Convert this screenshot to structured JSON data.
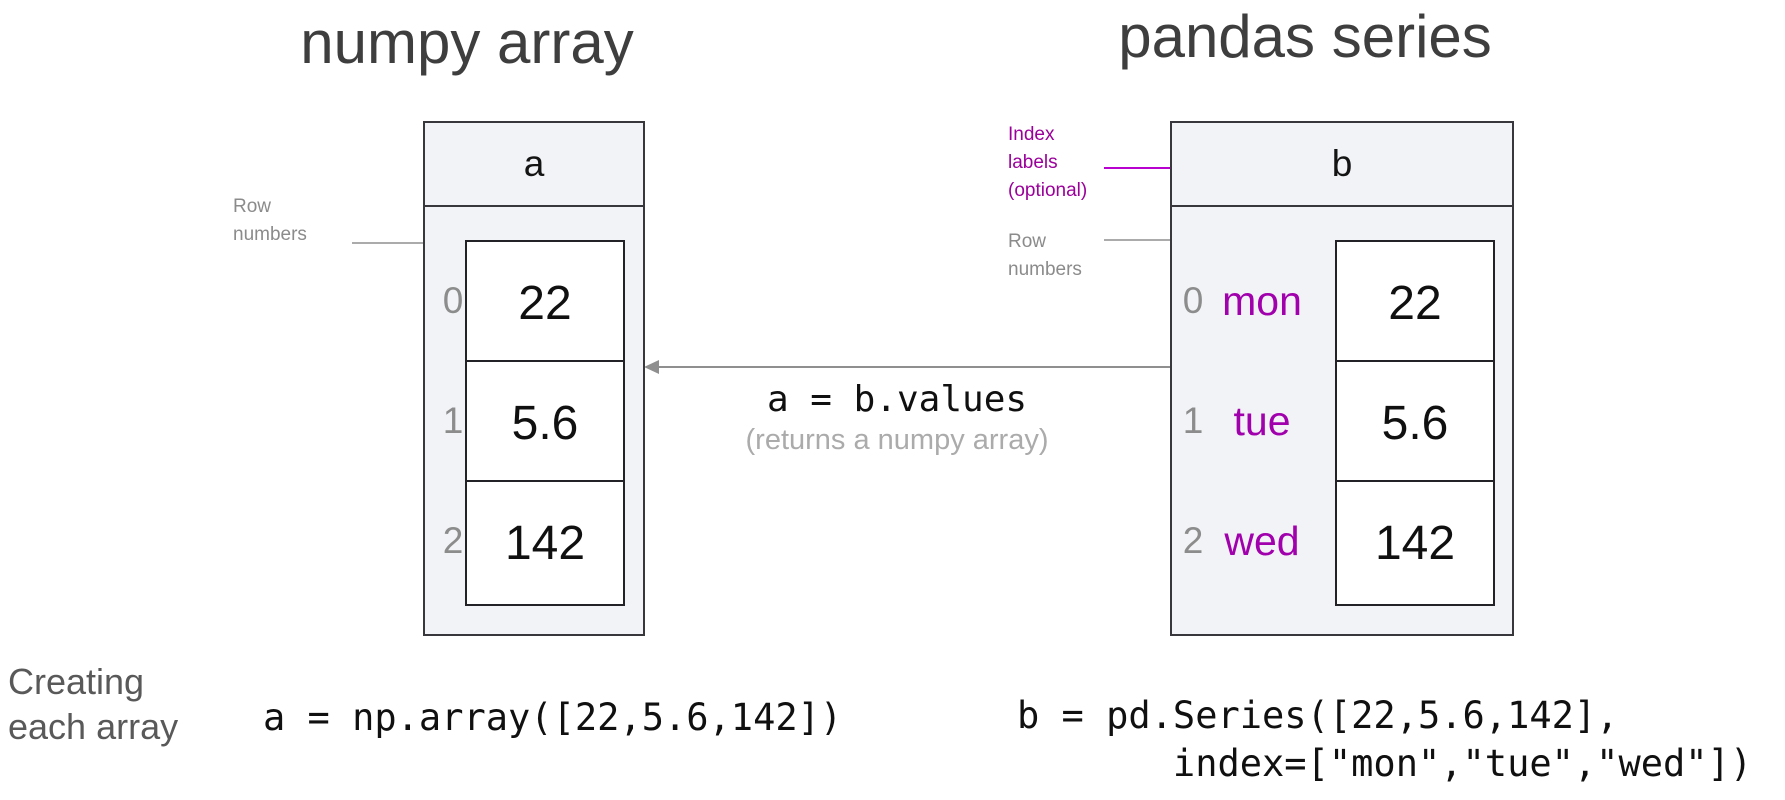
{
  "titles": {
    "left": "numpy array",
    "right": "pandas series"
  },
  "left_panel": {
    "box_label": "a",
    "note_row_numbers": "Row numbers",
    "rows": [
      {
        "number": "0",
        "value": "22"
      },
      {
        "number": "1",
        "value": "5.6"
      },
      {
        "number": "2",
        "value": "142"
      }
    ],
    "code": "a = np.array([22,5.6,142])"
  },
  "right_panel": {
    "box_label": "b",
    "note_index_labels": "Index labels (optional)",
    "note_row_numbers": "Row numbers",
    "rows": [
      {
        "number": "0",
        "index_label": "mon",
        "value": "22"
      },
      {
        "number": "1",
        "index_label": "tue",
        "value": "5.6"
      },
      {
        "number": "2",
        "index_label": "wed",
        "value": "142"
      }
    ],
    "code": "b = pd.Series([22,5.6,142],\n       index=[\"mon\",\"tue\",\"wed\"])"
  },
  "middle": {
    "code": "a = b.values",
    "note": "(returns a numpy array)"
  },
  "footer_label": "Creating each array",
  "colors": {
    "purple_text": "#9b009b",
    "purple_arrow": "#b800cf",
    "gray_annotation": "#8b8b8b",
    "box_fill": "#f2f3f6",
    "box_border": "#38383c",
    "title_gray": "#3e3e3e"
  }
}
